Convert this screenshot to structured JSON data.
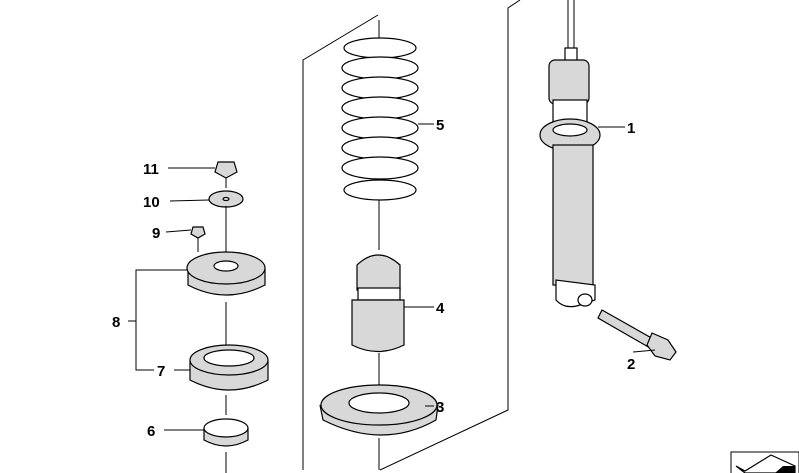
{
  "diagram": {
    "type": "exploded parts diagram",
    "labels": [
      "1",
      "2",
      "3",
      "4",
      "5",
      "6",
      "7",
      "8",
      "9",
      "10",
      "11"
    ]
  }
}
